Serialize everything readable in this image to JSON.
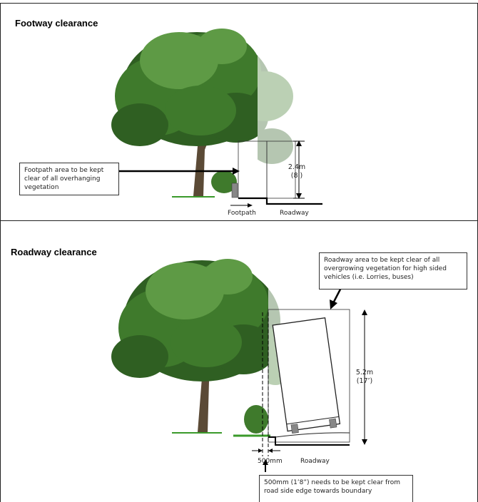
{
  "top": {
    "heading": "Footway clearance",
    "callout": "Footpath area to be kept clear of all overhanging vegetation",
    "height_metric": "2.4m",
    "height_imperial": "(8’)",
    "footpath_label": "Footpath",
    "roadway_label": "Roadway"
  },
  "bottom": {
    "heading": "Roadway clearance",
    "callout": "Roadway area to be kept clear of all overgrowing vegetation for high sided vehicles (i.e. Lorries, buses)",
    "height_metric": "5.2m",
    "height_imperial": "(17’)",
    "offset_label": "500mm",
    "roadway_label": "Roadway",
    "bottom_callout": "500mm (1’8”) needs to be kept clear from road side edge towards boundary"
  },
  "colors": {
    "foliage_dark": "#2f5f22",
    "foliage_mid": "#3f7a2c",
    "foliage_light": "#5e9a45",
    "trunk": "#5b4a36",
    "grass": "#3a9a2a"
  }
}
